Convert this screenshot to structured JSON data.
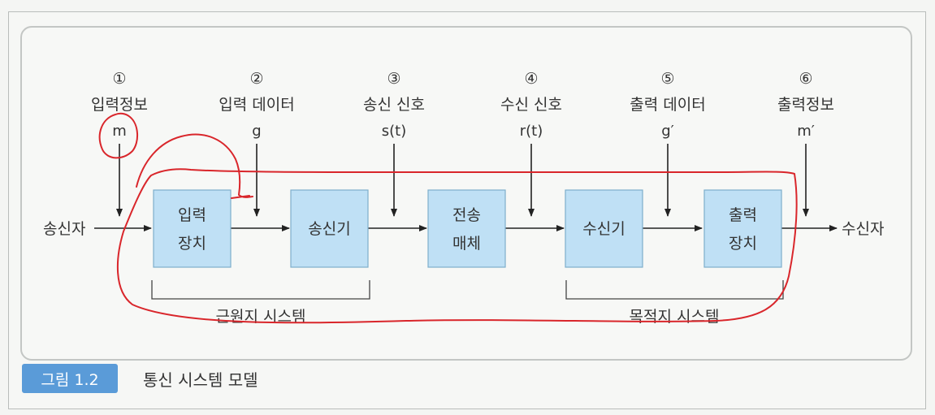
{
  "diagram": {
    "stages": [
      {
        "num": "①",
        "label": "입력정보",
        "symbol": "m"
      },
      {
        "num": "②",
        "label": "입력 데이터",
        "symbol": "g"
      },
      {
        "num": "③",
        "label": "송신 신호",
        "symbol": "s(t)"
      },
      {
        "num": "④",
        "label": "수신 신호",
        "symbol": "r(t)"
      },
      {
        "num": "⑤",
        "label": "출력 데이터",
        "symbol": "g′"
      },
      {
        "num": "⑥",
        "label": "출력정보",
        "symbol": "m′"
      }
    ],
    "sender": "송신자",
    "receiver": "수신자",
    "boxes": [
      {
        "lines": [
          "입력",
          "장치"
        ]
      },
      {
        "lines": [
          "송신기"
        ]
      },
      {
        "lines": [
          "전송",
          "매체"
        ]
      },
      {
        "lines": [
          "수신기"
        ]
      },
      {
        "lines": [
          "출력",
          "장치"
        ]
      }
    ],
    "source_system": "근원지 시스템",
    "destination_system": "목적지 시스템"
  },
  "caption": {
    "badge": "그림 1.2",
    "title": "통신 시스템 모델"
  },
  "colors": {
    "box_fill": "#bfe0f5",
    "box_stroke": "#7faecb",
    "caption_badge": "#5a9bd8",
    "annotation_red": "#d9262b"
  }
}
